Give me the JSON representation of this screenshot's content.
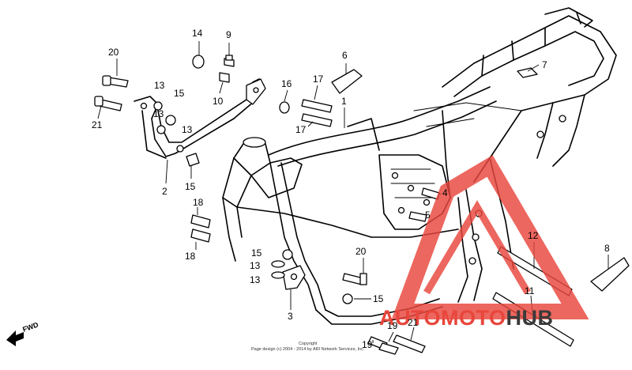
{
  "diagram": {
    "callouts": {
      "c1": "1",
      "c2": "2",
      "c3": "3",
      "c4": "4",
      "c5": "5",
      "c6": "6",
      "c7": "7",
      "c8": "8",
      "c9": "9",
      "c10": "10",
      "c11": "11",
      "c12": "12",
      "c13a": "13",
      "c13b": "13",
      "c13c": "13",
      "c13d": "13",
      "c14": "14",
      "c15a": "15",
      "c15b": "15",
      "c15c": "15",
      "c15d": "15",
      "c16": "16",
      "c17a": "17",
      "c17b": "17",
      "c18a": "18",
      "c18b": "18",
      "c19a": "19",
      "c19b": "19",
      "c20a": "20",
      "c20b": "20",
      "c21a": "21",
      "c21b": "21"
    },
    "direction_label": "FWD",
    "copyright_line1": "Copyright",
    "copyright_line2": "Page design (c) 2004 - 2014 by ARI Network Services, Inc."
  },
  "watermark": {
    "word_part1": "AUTO",
    "word_part2": "MOTO",
    "word_part3": "HUB",
    "red": "#e8463c",
    "dark": "#3a3a3a"
  }
}
